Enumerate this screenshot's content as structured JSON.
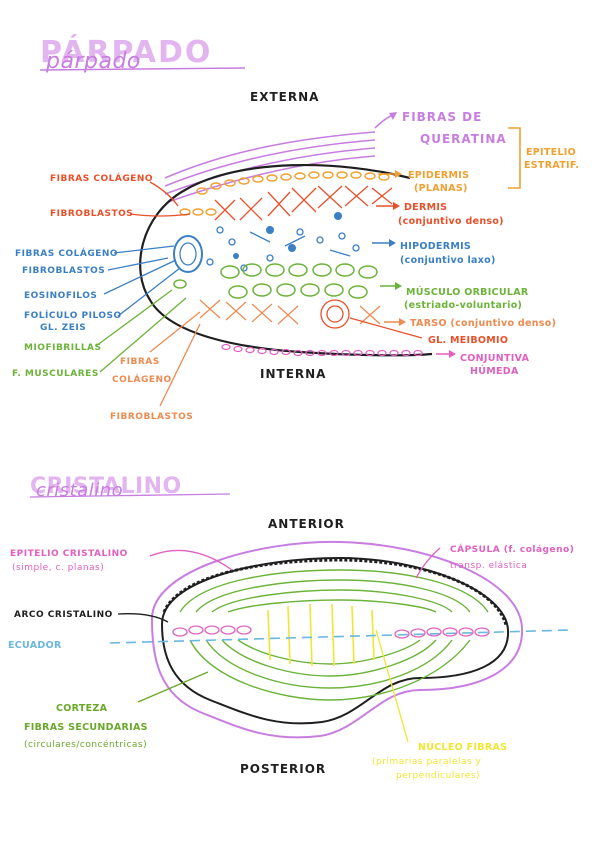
{
  "colors": {
    "purple": "#c77ee0",
    "black": "#1f1f1f",
    "orange": "#f0a030",
    "red": "#e8502a",
    "blue": "#3b7fc4",
    "lightblue": "#6ab7e0",
    "green": "#6cb33a",
    "pink": "#e05fc0",
    "salmon": "#ec8a50",
    "yellow": "#f2e532",
    "olive": "#6aa82a"
  },
  "parpado": {
    "title": "PÁRPADO",
    "subtitle": "párpado",
    "externa": "EXTERNA",
    "interna": "INTERNA",
    "fibras_queratina": [
      "FIBRAS DE",
      "QUERATINA"
    ],
    "epitelio_estratif": [
      "EPITELIO",
      "ESTRATIF."
    ],
    "epidermis": [
      "EPIDERMIS",
      "(PLANAS)"
    ],
    "dermis": [
      "DERMIS",
      "(conjuntivo denso)"
    ],
    "hipodermis": [
      "HIPODERMIS",
      "(conjuntivo laxo)"
    ],
    "musculo": [
      "MÚSCULO ORBICULAR",
      "(estriado-voluntario)"
    ],
    "tarso": "TARSO (conjuntivo denso)",
    "meibomio": "GL. MEIBOMIO",
    "conjuntiva": [
      "CONJUNTIVA",
      "HÚMEDA"
    ],
    "fibras_colageno_red": "FIBRAS COLÁGENO",
    "fibroblastos_red": "FIBROBLASTOS",
    "fibras_colageno_blue": "FIBRAS COLÁGENO",
    "fibroblastos_blue": "FIBROBLASTOS",
    "eosinofilos": "EOSINOFILOS",
    "foliculo": [
      "FOLÍCULO PILOSO",
      "GL. ZEIS"
    ],
    "miofibrillas": "MIOFIBRILLAS",
    "f_musculares": "F. MUSCULARES",
    "fibras_colageno_salmon": [
      "FIBRAS",
      "COLÁGENO"
    ],
    "fibroblastos_salmon": "FIBROBLASTOS"
  },
  "cristalino": {
    "title": "CRISTALINO",
    "subtitle": "cristalino",
    "anterior": "ANTERIOR",
    "posterior": "POSTERIOR",
    "epitelio": [
      "EPITELIO CRISTALINO",
      "(simple, c. planas)"
    ],
    "capsula": [
      "CÁPSULA (f. colágeno)",
      "transp. elástica"
    ],
    "arco": "ARCO CRISTALINO",
    "ecuador": "ECUADOR",
    "corteza": [
      "CORTEZA",
      "FIBRAS SECUNDARIAS",
      "(circulares/concéntricas)"
    ],
    "nucleo": [
      "NÚCLEO FIBRAS",
      "(primarias paralelas y",
      "perpendiculares)"
    ]
  }
}
